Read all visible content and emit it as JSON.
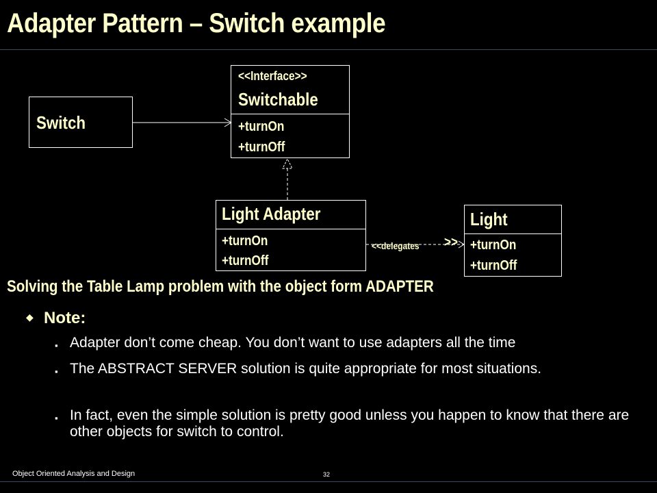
{
  "slide": {
    "title": "Adapter Pattern – Switch example",
    "footer": "Object Oriented Analysis and Design",
    "page_number": "32"
  },
  "diagram": {
    "switch": {
      "name": "Switch"
    },
    "switchable": {
      "stereotype": "<<Interface>>",
      "name": "Switchable",
      "ops": [
        "+turnOn",
        "+turnOff"
      ]
    },
    "light_adapter": {
      "name": "Light Adapter",
      "ops": [
        "+turnOn",
        "+turnOff"
      ]
    },
    "light": {
      "name": "Light",
      "ops": [
        "+turnOn",
        "+turnOff"
      ]
    },
    "delegates_label": "<<delegates",
    "delegates_tail": ">>"
  },
  "body": {
    "heading": "Solving the Table Lamp problem with the object form ADAPTER",
    "note_bullet": "◆",
    "note_label": "Note:",
    "sub_bullet": "▪",
    "items": [
      " Adapter don’t come cheap. You don’t want to use adapters all the time",
      "The ABSTRACT SERVER solution is quite appropriate for most situations.",
      "In fact, even the simple solution is pretty good unless you happen to know that there are other objects for switch to control."
    ]
  }
}
